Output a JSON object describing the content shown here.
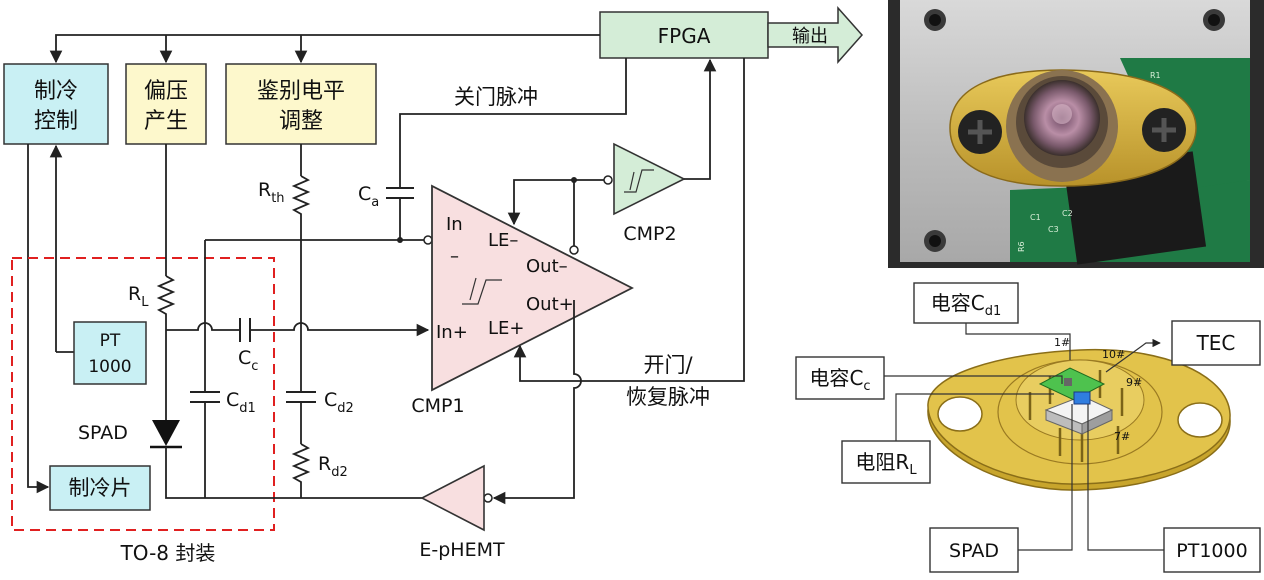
{
  "blocks": {
    "fpga": "FPGA",
    "output_arrow": "输出",
    "cooling_control": [
      "制冷",
      "控制"
    ],
    "bias_gen": [
      "偏压",
      "产生"
    ],
    "threshold_adjust": [
      "鉴别电平",
      "调整"
    ],
    "pt1000": [
      "PT",
      "1000"
    ],
    "tec_chip": "制冷片",
    "package": "TO-8 封装"
  },
  "signals": {
    "gate_off": "关门脉冲",
    "gate_on": [
      "开门/",
      "恢复脉冲"
    ]
  },
  "components": {
    "spad": "SPAD",
    "cmp1": "CMP1",
    "cmp2": "CMP2",
    "ephemt": "E-pHEMT",
    "rth": {
      "main": "R",
      "sub": "th"
    },
    "rl": {
      "main": "R",
      "sub": "L"
    },
    "rd2": {
      "main": "R",
      "sub": "d2"
    },
    "ca": {
      "main": "C",
      "sub": "a"
    },
    "cc": {
      "main": "C",
      "sub": "c"
    },
    "cd1": {
      "main": "C",
      "sub": "d1"
    },
    "cd2": {
      "main": "C",
      "sub": "d2"
    }
  },
  "cmp1_pins": {
    "in_minus": "In",
    "minus_sign": "–",
    "le_minus": "LE–",
    "out_minus": "Out–",
    "out_plus": "Out+",
    "in_plus": "In+",
    "le_plus": "LE+"
  },
  "callouts": {
    "cd1": {
      "prefix": "电容",
      "main": "C",
      "sub": "d1"
    },
    "cc": {
      "prefix": "电容",
      "main": "C",
      "sub": "c"
    },
    "rl": {
      "prefix": "电阻",
      "main": "R",
      "sub": "L"
    },
    "tec": "TEC",
    "spad": "SPAD",
    "pt1000": "PT1000"
  },
  "pins": [
    "1#",
    "10#",
    "9#",
    "7#"
  ],
  "photo": {
    "pcb_text": [
      "R6",
      "C3",
      "C1",
      "C2",
      "R1"
    ]
  },
  "colors": {
    "cyan_block": "#c9f0f4",
    "yellow_block": "#fdf8cc",
    "fpga_green": "#d4edd7",
    "comparator_pink": "#f8dfe0",
    "dashed_red": "#e02020",
    "gold": "#d8b23a"
  }
}
